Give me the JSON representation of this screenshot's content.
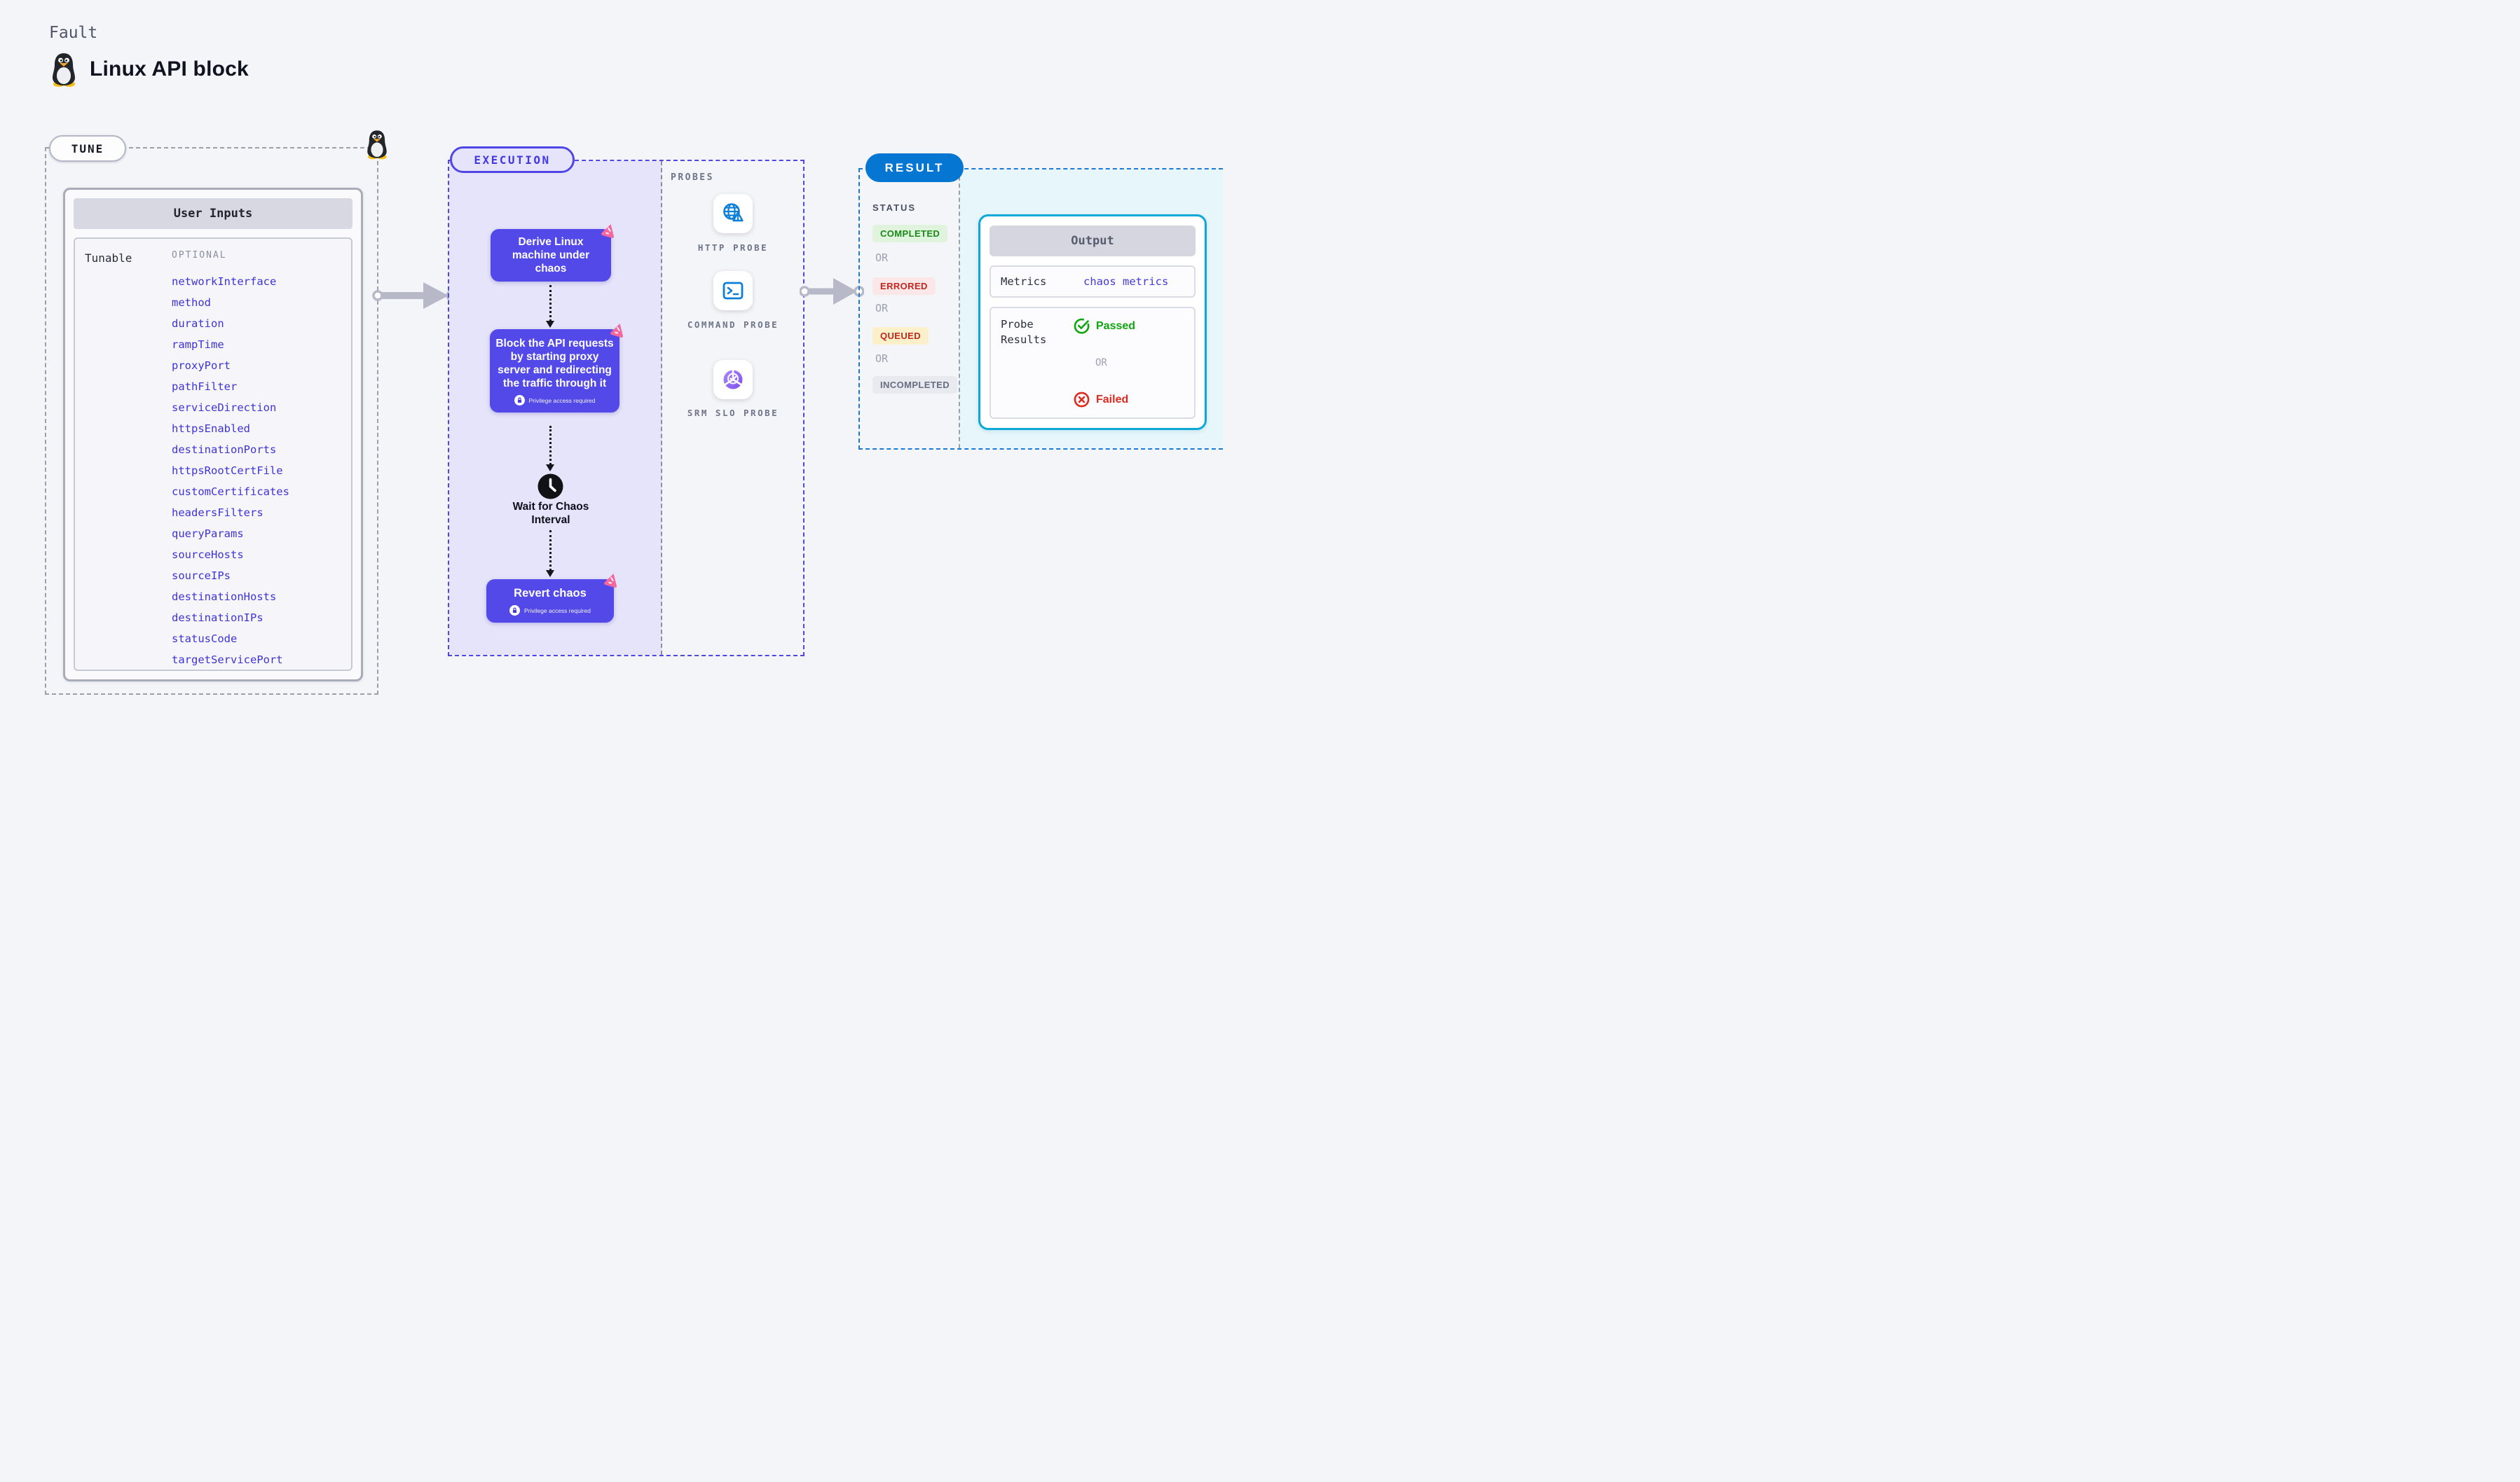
{
  "page": {
    "kicker": "Fault",
    "title": "Linux API block"
  },
  "tune": {
    "pill": "TUNE",
    "card_title": "User Inputs",
    "row_label": "Tunable",
    "column_header": "OPTIONAL",
    "params": [
      "networkInterface",
      "method",
      "duration",
      "rampTime",
      "proxyPort",
      "pathFilter",
      "serviceDirection",
      "httpsEnabled",
      "destinationPorts",
      "httpsRootCertFile",
      "customCertificates",
      "headersFilters",
      "queryParams",
      "sourceHosts",
      "sourceIPs",
      "destinationHosts",
      "destinationIPs",
      "statusCode",
      "targetServicePort"
    ]
  },
  "execution": {
    "pill": "EXECUTION",
    "steps": {
      "derive": "Derive Linux machine under chaos",
      "block": "Block the API requests by starting proxy server and redirecting the traffic through it",
      "wait": "Wait for Chaos Interval",
      "revert": "Revert chaos"
    },
    "privilege_note": "Privilege access required"
  },
  "probes": {
    "section_label": "PROBES",
    "items": [
      {
        "label": "HTTP PROBE",
        "icon": "globe-alert-icon"
      },
      {
        "label": "COMMAND PROBE",
        "icon": "terminal-icon"
      },
      {
        "label": "SRM SLO PROBE",
        "icon": "slo-donut-check-icon"
      }
    ]
  },
  "result": {
    "pill": "RESULT",
    "status_label": "STATUS",
    "or_label": "OR",
    "statuses": [
      "COMPLETED",
      "ERRORED",
      "QUEUED",
      "INCOMPLETED"
    ],
    "output": {
      "title": "Output",
      "metrics_label": "Metrics",
      "metrics_value": "chaos metrics",
      "probe_results_label": "Probe Results",
      "passed": "Passed",
      "failed": "Failed"
    }
  },
  "colors": {
    "accent-indigo": "#4F46E5",
    "node-indigo": "#5349E8",
    "param-blue": "#3D33D8",
    "result-blue": "#0577D2",
    "cyan-border": "#0CA9D8",
    "pink-badge": "#F4679F",
    "green": "#0FA50F",
    "red": "#DE2A1E",
    "completed-bg": "#DFF3DD",
    "completed-text": "#188A18",
    "errored-bg": "#FBE7E7",
    "errored-text": "#C3271E",
    "queued-bg": "#FBF0C9",
    "queued-text": "#C3271E",
    "incompleted-bg": "#E9E9F0",
    "incompleted-text": "#676D80"
  }
}
